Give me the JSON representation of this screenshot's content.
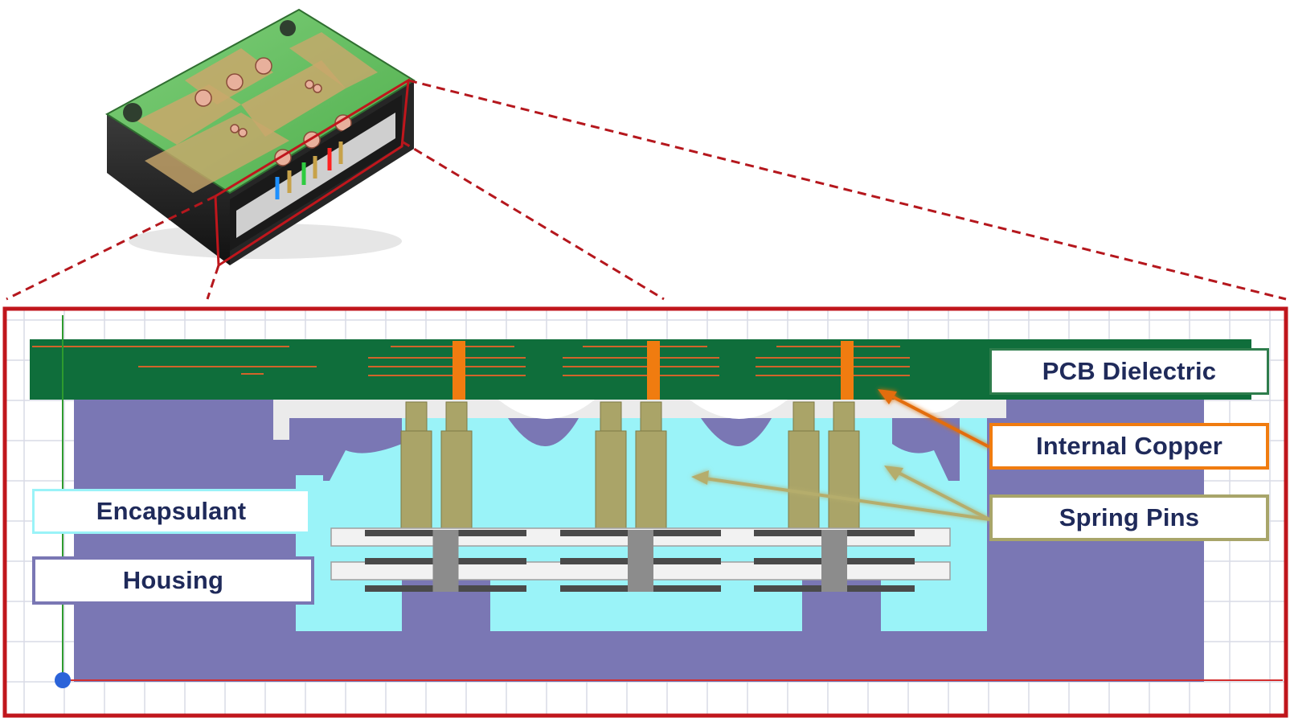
{
  "labels": {
    "pcb_dielectric": "PCB Dielectric",
    "internal_copper": "Internal Copper",
    "spring_pins": "Spring Pins",
    "encapsulant": "Encapsulant",
    "housing": "Housing"
  },
  "colors": {
    "frame_red": "#c0161c",
    "pcb_green": "#0f6e3b",
    "copper_orange": "#f07c10",
    "housing_purple": "#7a77b4",
    "encapsulant_cyan": "#9af3f8",
    "spring_pin_olive": "#aaa468",
    "grid_gray": "#d9dbe6"
  }
}
